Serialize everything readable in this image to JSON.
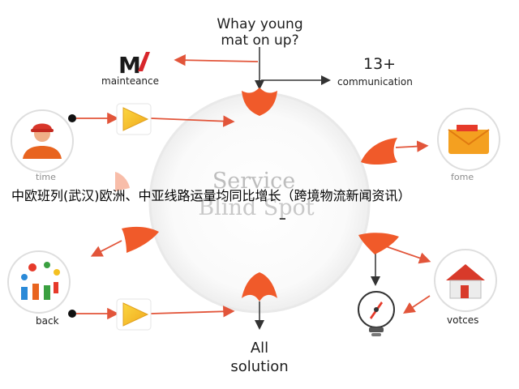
{
  "diagram": {
    "top_question": [
      "Whay young",
      "mat on up?"
    ],
    "center_title": [
      "Service",
      "Blind Spot"
    ],
    "maintenance_logo": "M",
    "maintenance_label": "mainteance",
    "communication_number": "13+",
    "communication_label": "communication",
    "time_label": "time",
    "fome_label": "fome",
    "back_label": "back",
    "votes_label": "votces",
    "bottom_label": [
      "All",
      "solution"
    ]
  },
  "banner": {
    "text": "中欧班列(武汉)欧洲、中亚线路运量均同比增长（跨境物流新闻资讯）"
  },
  "colors": {
    "accent_orange": "#f05a2a",
    "accent_red": "#d83a2a",
    "play_yellow": "#f4c020",
    "arrow_dark": "#333333"
  }
}
